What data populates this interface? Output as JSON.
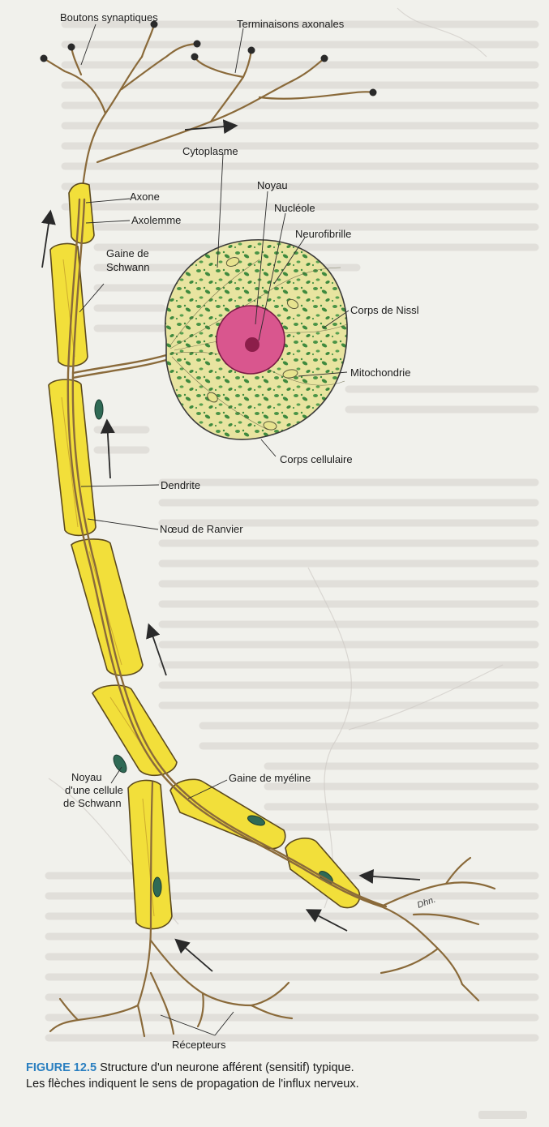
{
  "figure": {
    "number": "FIGURE 12.5",
    "title_line1": "Structure d'un neurone afférent (sensitif) typique.",
    "title_line2": "Les flèches indiquent le sens de propagation de l'influx nerveux."
  },
  "labels": {
    "boutons": "Boutons synaptiques",
    "terminaisons": "Terminaisons axonales",
    "cytoplasme": "Cytoplasme",
    "noyau": "Noyau",
    "axone": "Axone",
    "nucleole": "Nucléole",
    "axolemme": "Axolemme",
    "neurofibrille": "Neurofibrille",
    "gaine_schwann_1": "Gaine de",
    "gaine_schwann_2": "Schwann",
    "corps_nissl": "Corps de Nissl",
    "mitochondrie": "Mitochondrie",
    "corps_cellulaire": "Corps cellulaire",
    "dendrite": "Dendrite",
    "noeud_ranvier": "Nœud de Ranvier",
    "gaine_myeline": "Gaine de myéline",
    "noyau_schwann_1": "Noyau",
    "noyau_schwann_2": "d'une cellule",
    "noyau_schwann_3": "de Schwann",
    "recepteurs": "Récepteurs",
    "signature": "Dhn."
  },
  "colors": {
    "myelin": "#f2df3a",
    "myelin_edge": "#5c4a1e",
    "nucleus": "#d9568e",
    "nucleolus": "#8c1e4a",
    "cytoplasm": "#e6e39a",
    "nissl": "#3e8a3e",
    "axon": "#b98c4e",
    "caption_blue": "#2a7fc0"
  }
}
